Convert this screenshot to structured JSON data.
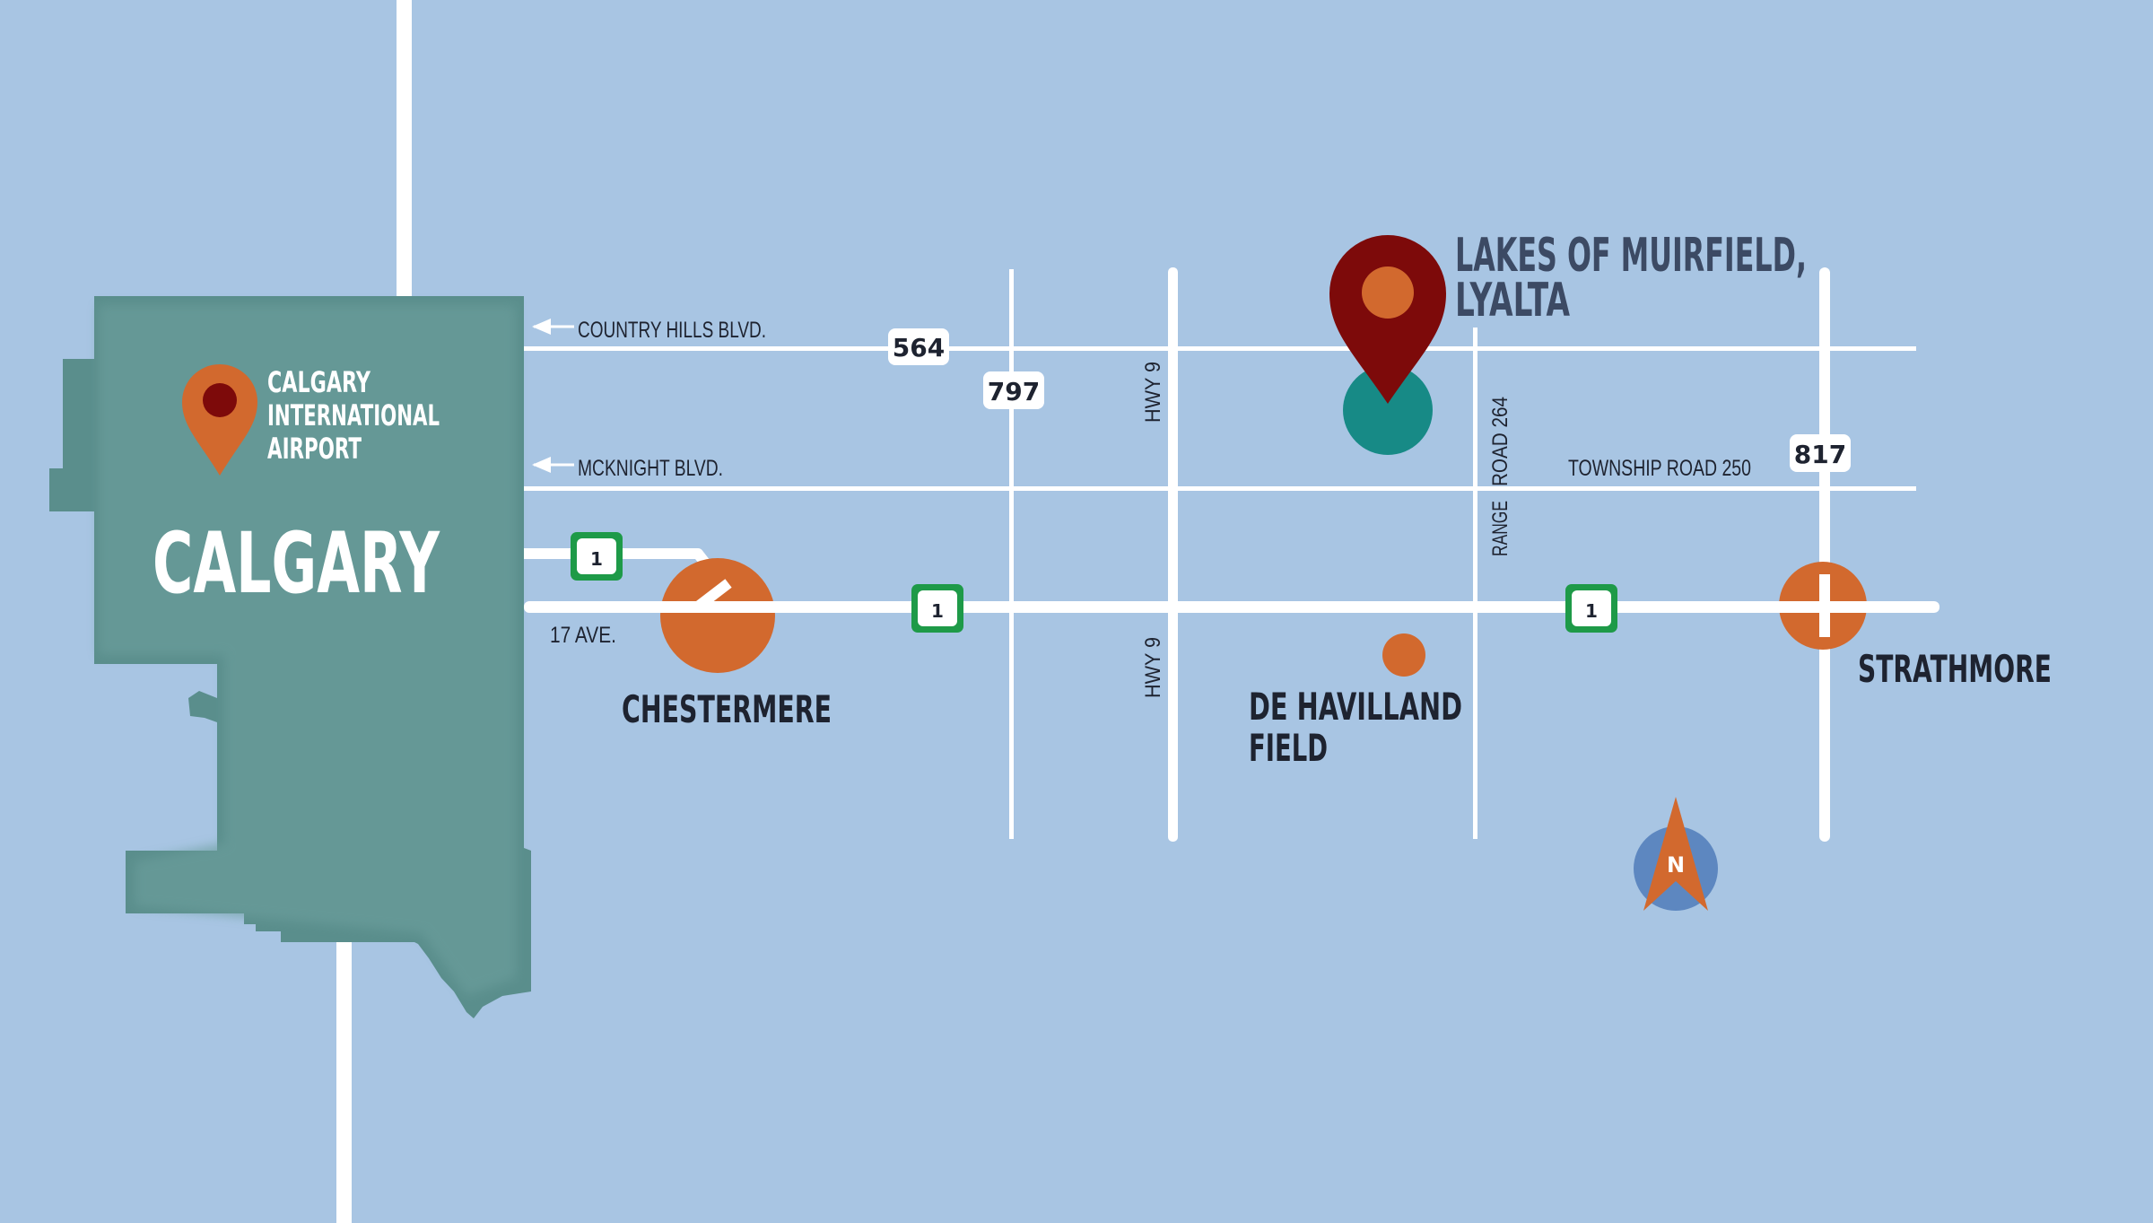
{
  "colors": {
    "water_bg": "#a8c5e3",
    "city": "#5f9492",
    "road": "#ffffff",
    "town": "#d2692e",
    "pin": "#7d0a0a",
    "destination": "#178a86",
    "label_dark": "#1e2330",
    "label_slate": "#3c4a64",
    "hwy_green": "#1e9a48",
    "compass_circle": "#5d87c0"
  },
  "city": {
    "name": "CALGARY"
  },
  "airport": {
    "line1": "CALGARY",
    "line2": "INTERNATIONAL",
    "line3": "AIRPORT"
  },
  "destination": {
    "line1": "LAKES OF MUIRFIELD,",
    "line2": "LYALTA"
  },
  "towns": {
    "chestermere": "CHESTERMERE",
    "strathmore": "STRATHMORE",
    "dehavilland_line1": "DE  HAVILLAND",
    "dehavilland_line2": "FIELD"
  },
  "roads": {
    "country_hills": "COUNTRY HILLS BLVD.",
    "mcknight": "MCKNIGHT BLVD.",
    "seventeenth": "17 AVE.",
    "township": "TOWNSHIP ROAD 250",
    "hwy9_top": "HWY 9",
    "hwy9_bottom": "HWY 9",
    "range_line1": "RANGE",
    "range_line2": "ROAD 264"
  },
  "route_shields": {
    "r564": "564",
    "r797": "797",
    "r817": "817"
  },
  "trans_canada": {
    "number": "1",
    "icon": "maple-leaf-icon"
  },
  "compass": {
    "letter": "N",
    "icon": "north-arrow-icon"
  }
}
